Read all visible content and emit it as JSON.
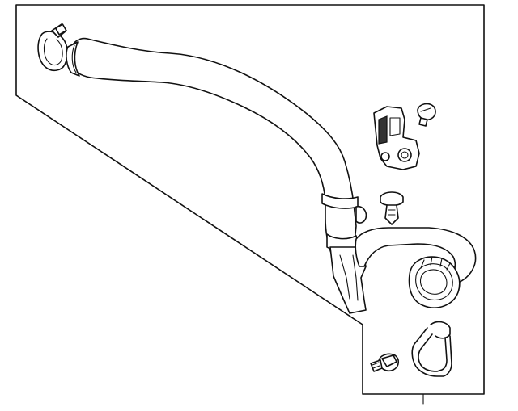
{
  "diagram": {
    "background_panel_color": "#f2f2f2",
    "line_color": "#111111",
    "parts": [
      {
        "name": "hose-clamp",
        "icon": "band-clamp-icon"
      },
      {
        "name": "upper-intake-duct",
        "icon": "hose-icon"
      },
      {
        "name": "boost-pressure-sensor",
        "icon": "sensor-icon"
      },
      {
        "name": "sensor-screw",
        "icon": "screw-icon"
      },
      {
        "name": "push-pin-retainer",
        "icon": "push-pin-icon"
      },
      {
        "name": "lower-intake-duct",
        "icon": "hose-icon"
      },
      {
        "name": "wire-spring-clip",
        "icon": "spring-clip-icon"
      },
      {
        "name": "flange-bolt",
        "icon": "bolt-icon"
      }
    ]
  }
}
